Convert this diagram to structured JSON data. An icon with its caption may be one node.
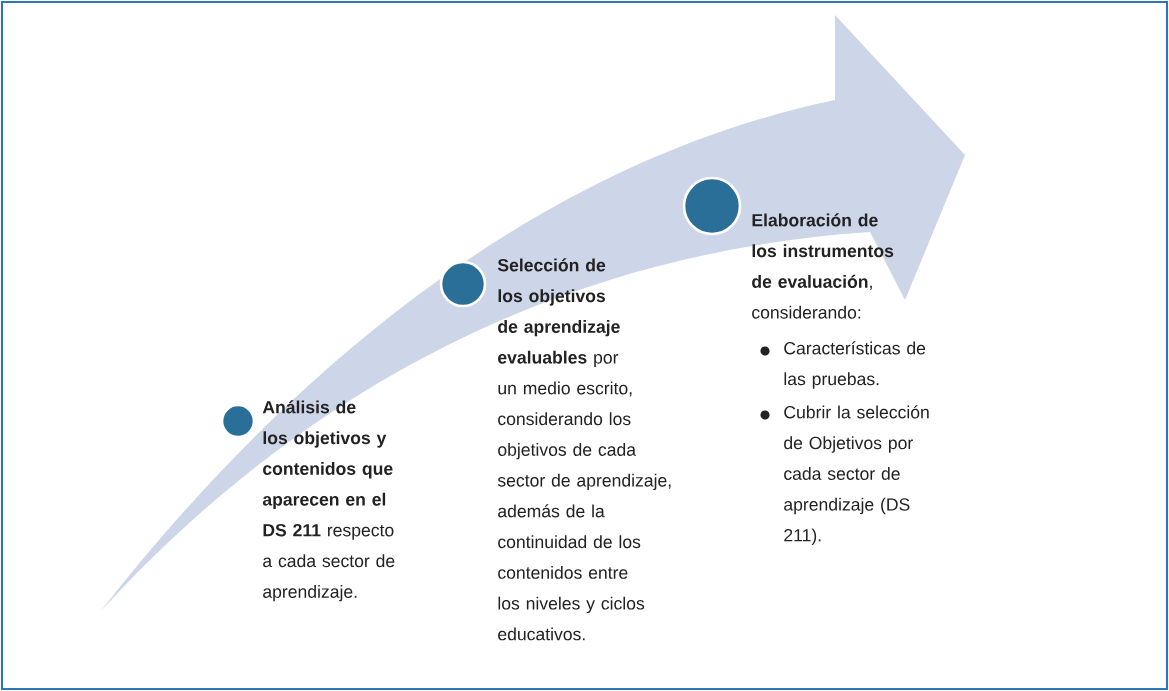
{
  "diagram": {
    "nodes": [
      {
        "text": [],
        "shape": "circle",
        "beside": [
          "**Análisis de los objetivos y contenidos que aparecen en el DS 211** respecto a cada sector de aprendizaje."
        ]
      },
      {
        "text": [],
        "shape": "circle",
        "beside": [
          "**Selección de los objetivos de aprendizaje evaluables** por un medio escrito, considerando los objetivos de cada sector de aprendizaje, además de la continuidad de los contenidos entre los niveles y ciclos educativos."
        ]
      },
      {
        "text": [],
        "shape": "circle",
        "beside": [
          "**Elaboración de los instrumentos de evaluación**, considerando:",
          "Características de las pruebas.",
          "Cubrir la selección de Objetivos por cada sector de aprendizaje (DS 211)."
        ]
      }
    ]
  }
}
